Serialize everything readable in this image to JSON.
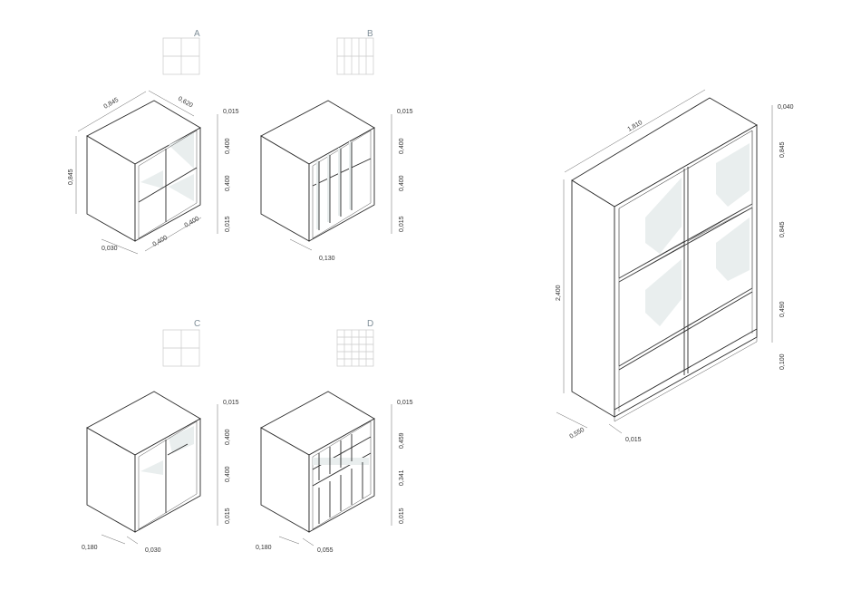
{
  "modules": {
    "A": {
      "letter": "A",
      "width": "0,845",
      "depth": "0,620",
      "height": "0,845",
      "top": "0,015",
      "upper": "0,400",
      "lower": "0,400",
      "bottom": "0,015",
      "front_w1": "0,400",
      "front_w2": "0,400",
      "offset": "0,030"
    },
    "B": {
      "letter": "B",
      "top": "0,015",
      "upper": "0,400",
      "lower": "0,400",
      "bottom": "0,015",
      "offset": "0,130"
    },
    "C": {
      "letter": "C",
      "top": "0,015",
      "upper": "0,400",
      "lower": "0,400",
      "bottom": "0,015",
      "offset_left": "0,180",
      "offset_right": "0,030"
    },
    "D": {
      "letter": "D",
      "top": "0,015",
      "upper": "0,459",
      "lower": "0,341",
      "bottom": "0,015",
      "offset_left": "0,180",
      "offset_right": "0,055"
    }
  },
  "assembly": {
    "width": "1,810",
    "height": "2,400",
    "depth": "0,550",
    "plinth_gap": "0,015",
    "r_top": "0,040",
    "r_upper": "0,845",
    "r_middle": "0,845",
    "r_drawer": "0,490",
    "r_plinth": "0,100"
  }
}
